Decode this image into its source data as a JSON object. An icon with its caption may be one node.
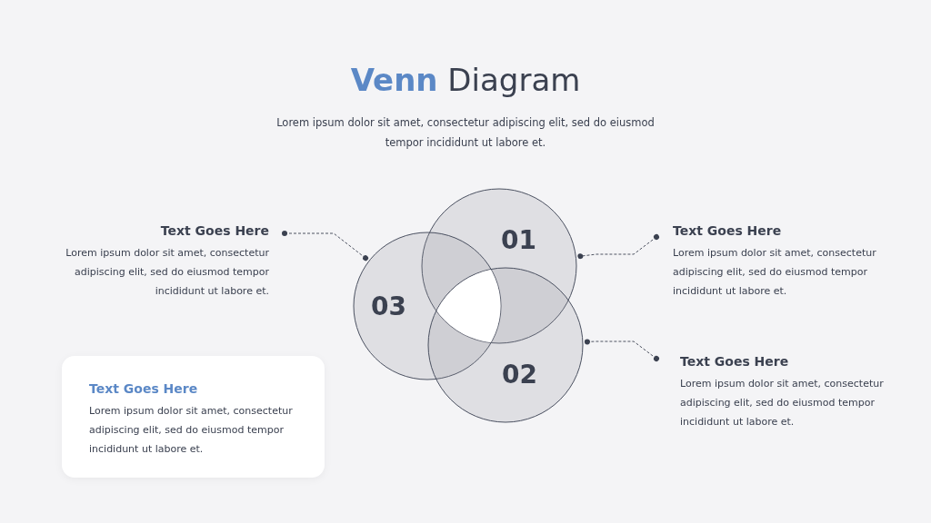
{
  "diagram": {
    "title": "**Venn** Diagram",
    "nodes": [
      {
        "text": [
          "Text Goes Here",
          "Lorem ipsum dolor sit amet, consectetur adipiscing elit, sed do eiusmod tempor incididunt ut labore et."
        ]
      },
      {
        "text": [
          "01"
        ]
      },
      {
        "text": [
          "Text Goes Here",
          "Lorem ipsum dolor sit amet, consectetur adipiscing elit, sed do eiusmod tempor incididunt ut labore et."
        ]
      },
      {
        "text": [
          "03"
        ]
      },
      {
        "text": [
          "02"
        ]
      },
      {
        "text": [
          "Text Goes Here",
          "Lorem ipsum dolor sit amet, consectetur adipiscing elit, sed do eiusmod tempor incididunt ut labore et."
        ]
      },
      {
        "text": [
          "Text Goes Here",
          "Lorem ipsum dolor sit amet, consectetur adipiscing elit, sed do eiusmod tempor incididunt ut labore et."
        ]
      }
    ],
    "edges": [
      {
        "from": 0,
        "to": 3,
        "arrow": "other",
        "style": "dashed"
      },
      {
        "from": 2,
        "to": 1,
        "arrow": "other",
        "style": "dashed"
      },
      {
        "from": 5,
        "to": 4,
        "arrow": "other",
        "style": "dashed"
      }
    ],
    "labels": [
      "Lorem ipsum dolor sit amet, consectetur adipiscing elit, sed do eiusmod tempor incididunt ut labore et."
    ]
  }
}
